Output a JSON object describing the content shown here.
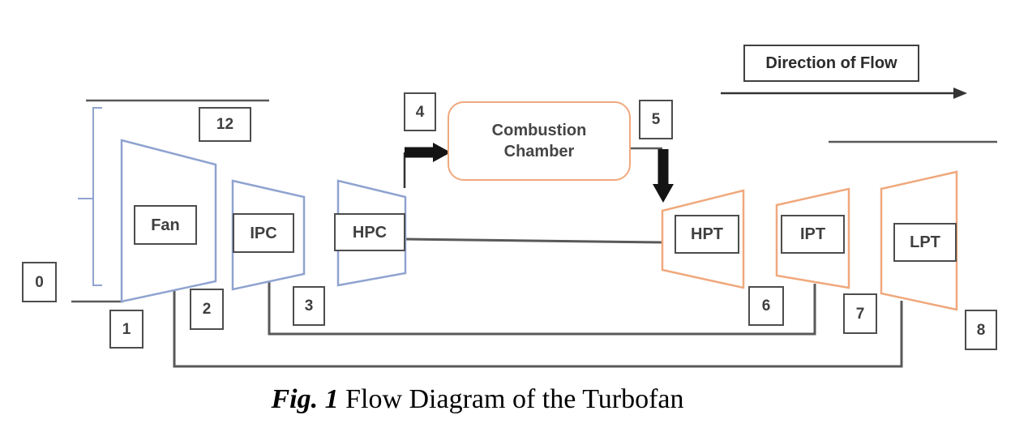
{
  "caption": {
    "prefix": "Fig. 1",
    "rest": "Flow Diagram of the Turbofan"
  },
  "direction_label": "Direction of Flow",
  "components": {
    "fan": "Fan",
    "ipc": "IPC",
    "hpc": "HPC",
    "hpt": "HPT",
    "ipt": "IPT",
    "lpt": "LPT",
    "combustion_line1": "Combustion",
    "combustion_line2": "Chamber"
  },
  "stations": {
    "s0": "0",
    "s1": "1",
    "s2": "2",
    "s3": "3",
    "s4": "4",
    "s5": "5",
    "s6": "6",
    "s7": "7",
    "s8": "8",
    "s12": "12"
  },
  "colors": {
    "compressor_stroke": "#8fa3d0",
    "turbine_stroke": "#f0a87c",
    "combustion_stroke": "#f0a87c",
    "shaft_gray": "#595959",
    "box_border_gray": "#4d4d4d",
    "arrow_black": "#141414",
    "text_dark": "#3f3f3f"
  }
}
